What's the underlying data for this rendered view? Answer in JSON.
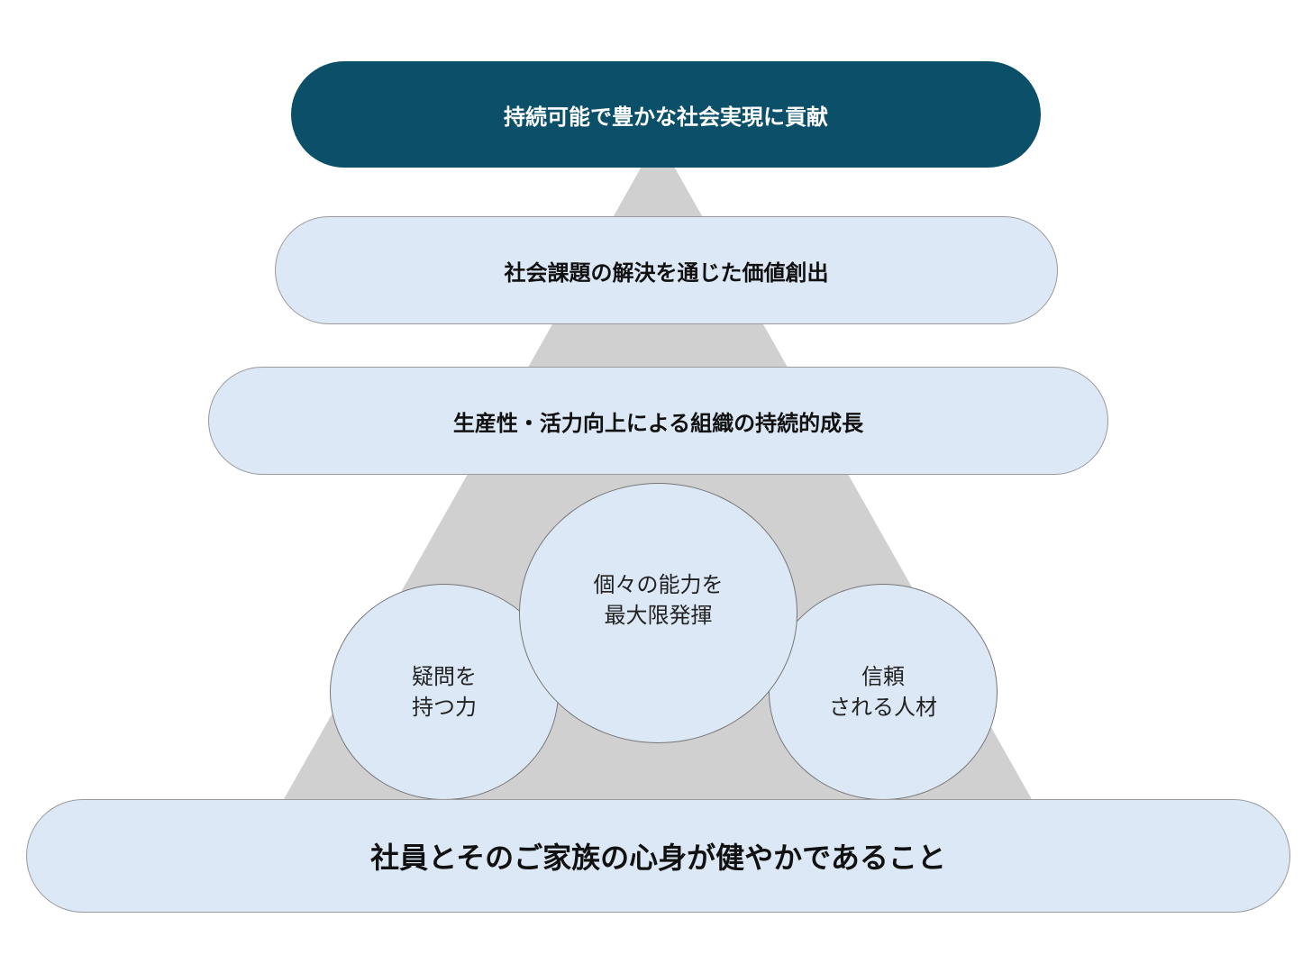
{
  "colors": {
    "dark": "#0b4f69",
    "light": "#dce8f5",
    "triangle": "#d0d0d0"
  },
  "levels": {
    "top": "持続可能で豊かな社会実現に貢献",
    "second": "社会課題の解決を通じた価値創出",
    "third": "生産性・活力向上による組織の持続的成長",
    "base": "社員とそのご家族の心身が健やかであること"
  },
  "circles": {
    "left": "疑問を\n持つ力",
    "center": "個々の能力を\n最大限発揮",
    "right": "信頼\nされる人材"
  }
}
